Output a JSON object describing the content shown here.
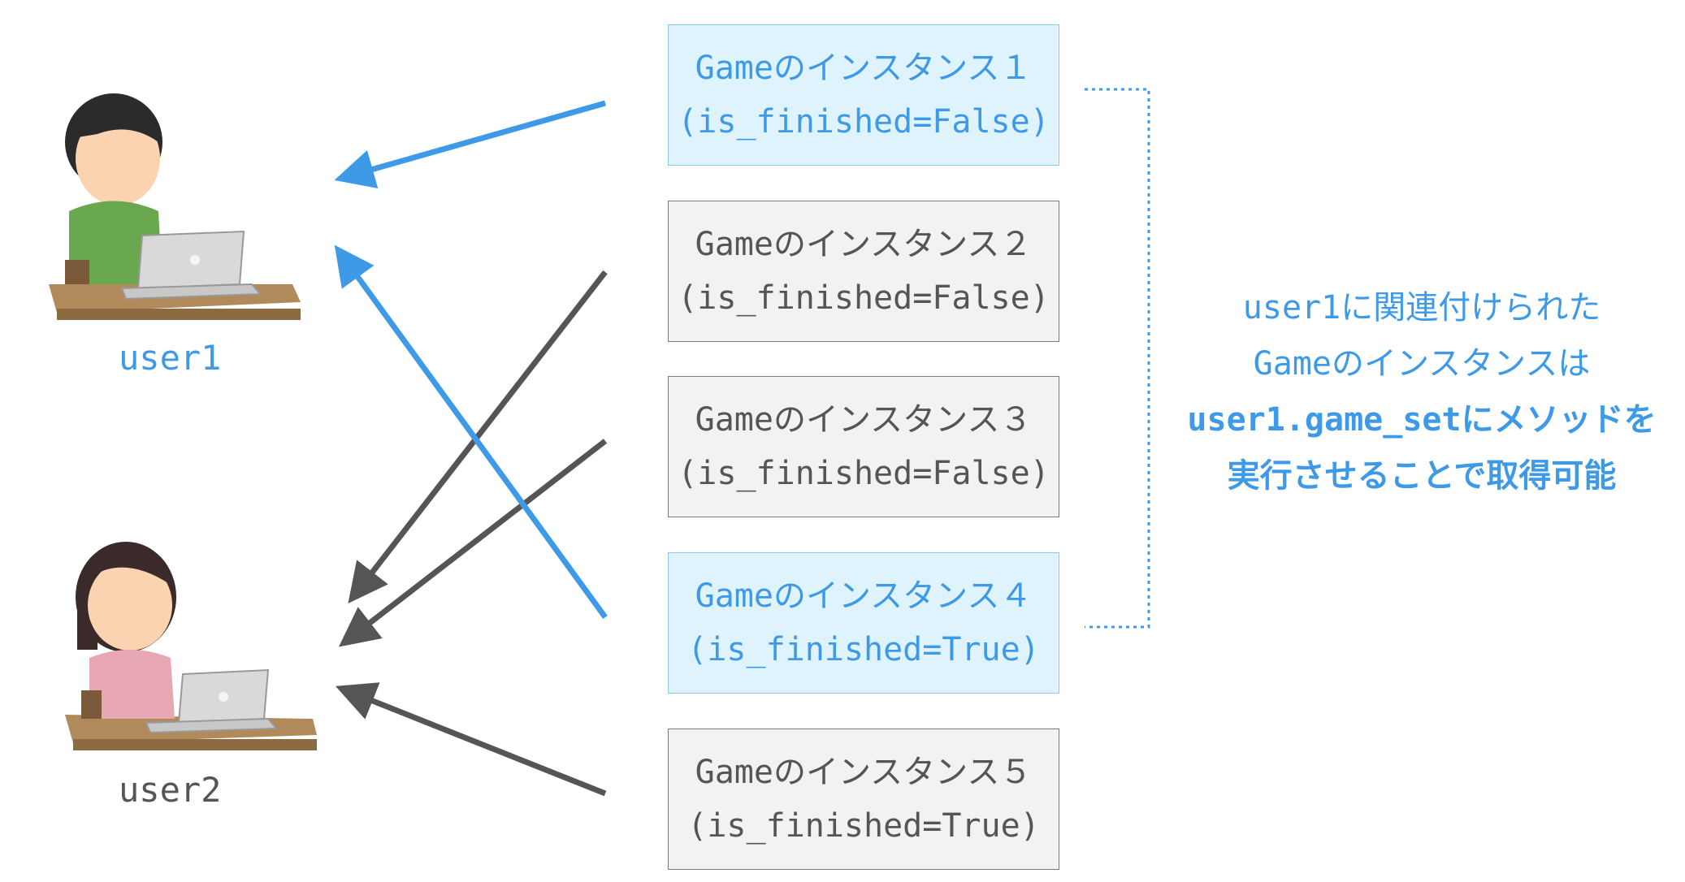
{
  "users": [
    {
      "label": "user1",
      "highlight": true
    },
    {
      "label": "user2",
      "highlight": false
    }
  ],
  "instances": [
    {
      "title": "Gameのインスタンス１",
      "status": "(is_finished=False)",
      "highlight": true
    },
    {
      "title": "Gameのインスタンス２",
      "status": "(is_finished=False)",
      "highlight": false
    },
    {
      "title": "Gameのインスタンス３",
      "status": "(is_finished=False)",
      "highlight": false
    },
    {
      "title": "Gameのインスタンス４",
      "status": "(is_finished=True)",
      "highlight": true
    },
    {
      "title": "Gameのインスタンス５",
      "status": "(is_finished=True)",
      "highlight": false
    }
  ],
  "note": {
    "line1": "user1に関連付けられた",
    "line2": "Gameのインスタンスは",
    "line3": "user1.game_setにメソッドを",
    "line4": "実行させることで取得可能"
  },
  "colors": {
    "accent": "#3e9ae6",
    "neutral": "#555555",
    "highlight_fill": "#dff3fd",
    "neutral_fill": "#f2f2f2"
  }
}
